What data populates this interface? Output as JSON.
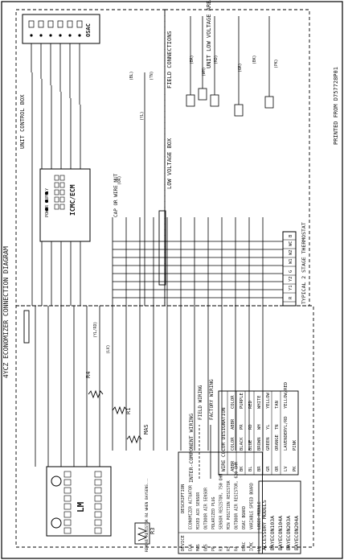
{
  "title": "4YCZ ECONOMIZER CONNECTION DIAGRAM",
  "printed_from": "PRINTED FROM D757728P01",
  "unit_control_box": "UNIT CONTROL BOX",
  "low_voltage_box": "LOW VOLTAGE BOX",
  "field_connections": "FIELD CONNECTIONS",
  "unit_low_voltage_area": "UNIT LOW VOLTAGE AREA",
  "thermostat": {
    "title": "TYPICAL 2 STAGE THERMOSTAT",
    "terminals": [
      "R",
      "Y1",
      "Y2",
      "G",
      "W1",
      "W2",
      "WC",
      "B"
    ]
  },
  "boards": {
    "osac": "OSAC",
    "cmc": "ICMC/ECM",
    "cmc_sub": "POWER SUPPLY",
    "lm": "LM",
    "cap": "CAP OR WIRE NUT",
    "r3": "R3",
    "r4": "R4",
    "r4_note": "REMOVE RESISTOR R4 WHEN BAYSENS...",
    "mas": "MAS",
    "r1": "R1"
  },
  "legend": {
    "inter_component": "INTER-COMPONENT WIRING",
    "field_wiring": "FIELD WIRING",
    "factory_wiring": "FACTORY WIRING"
  },
  "wire_colors": {
    "title": "WIRE COLOR DESIGNATION",
    "headers": [
      "ABBR",
      "COLOR",
      "ABBR",
      "COLOR"
    ],
    "rows": [
      [
        "BK",
        "BLACK",
        "PR",
        "PURPLE"
      ],
      [
        "BL",
        "BLUE",
        "RD",
        "RED"
      ],
      [
        "BR",
        "BROWN",
        "WH",
        "WHITE"
      ],
      [
        "GR",
        "GREEN",
        "YL",
        "YELLOW"
      ],
      [
        "OR",
        "ORANGE",
        "TN",
        "TAN"
      ],
      [
        "LV",
        "LAVENDER",
        "YL/RD",
        "YELLOW/RED"
      ],
      [
        "PK",
        "PINK",
        "",
        ""
      ]
    ]
  },
  "devices": {
    "headers": [
      "DEVICE",
      "DESCRIPTION"
    ],
    "rows": [
      [
        "ECA",
        "ECONOMIZER ACTUATOR"
      ],
      [
        "MAS",
        "MIXED AIR SENSOR"
      ],
      [
        "OAS",
        "OUTDOOR AIR SENSOR"
      ],
      [
        "PR",
        "POLARIZED PLUG"
      ],
      [
        "R1",
        "SENSOR RESISTOR, 750 OHM"
      ],
      [
        "R3",
        "MIN POSITION RESISTOR"
      ],
      [
        "R4",
        "OUTDOOR AIR RESISTOR, 620 OHM"
      ],
      [
        "OSAC",
        "OSAC BOARD"
      ],
      [
        "ICMC",
        "VARIABLE SPEED BOARD"
      ],
      [
        "LM",
        "LOGIC MODULE"
      ]
    ]
  },
  "accessory_models": {
    "title": "ACCESSORY MODELS",
    "items": [
      "BAYECON103A",
      "BAYECON104A",
      "BAYECON203A",
      "BAYECON204A"
    ]
  },
  "wire_tags": [
    "(OR)",
    "(BL)",
    "(YL)",
    "(TN)",
    "(BR)",
    "(WH)",
    "(RD)",
    "(GR)",
    "(BK)",
    "(PK)",
    "(YL/RD)",
    "(LV)"
  ]
}
